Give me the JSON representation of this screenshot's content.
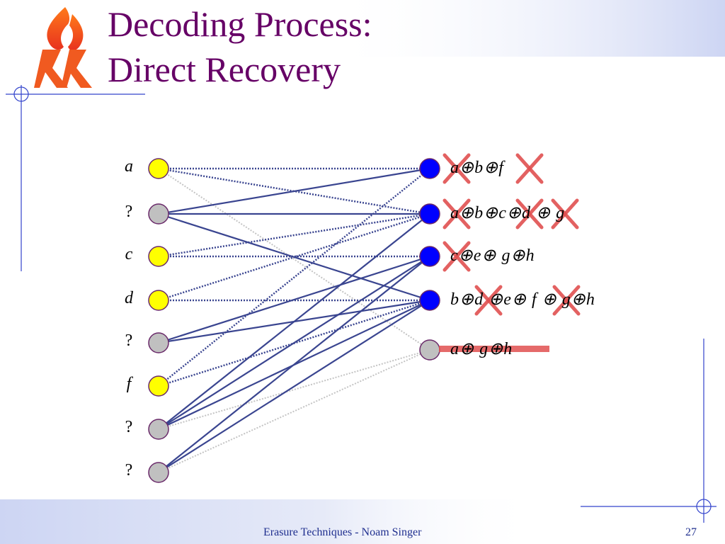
{
  "slide": {
    "title_line1": "Decoding Process:",
    "title_line2": "Direct Recovery",
    "footer": "Erasure Techniques - Noam Singer",
    "page_number": "27"
  },
  "colors": {
    "title": "#660066",
    "known_node": "#ffff00",
    "unknown_node": "#c0c0c0",
    "check_node": "#0000ff",
    "edge": "#3a4590",
    "cross": "#e05050",
    "footer_bar": "#d6dcf5"
  },
  "variables": [
    {
      "label": "a",
      "state": "known"
    },
    {
      "label": "?",
      "state": "unknown"
    },
    {
      "label": "c",
      "state": "known"
    },
    {
      "label": "d",
      "state": "known"
    },
    {
      "label": "?",
      "state": "unknown"
    },
    {
      "label": "f",
      "state": "known"
    },
    {
      "label": "?",
      "state": "unknown"
    },
    {
      "label": "?",
      "state": "unknown"
    }
  ],
  "checks": [
    {
      "equation": "a⊕b⊕f",
      "state": "active"
    },
    {
      "equation": "a⊕b⊕c⊕d ⊕ g",
      "state": "active"
    },
    {
      "equation": "c⊕e⊕ g⊕h",
      "state": "active"
    },
    {
      "equation": "b⊕d ⊕e⊕ f ⊕ g⊕h",
      "state": "active"
    },
    {
      "equation": "a⊕ g⊕h",
      "state": "removed"
    }
  ]
}
